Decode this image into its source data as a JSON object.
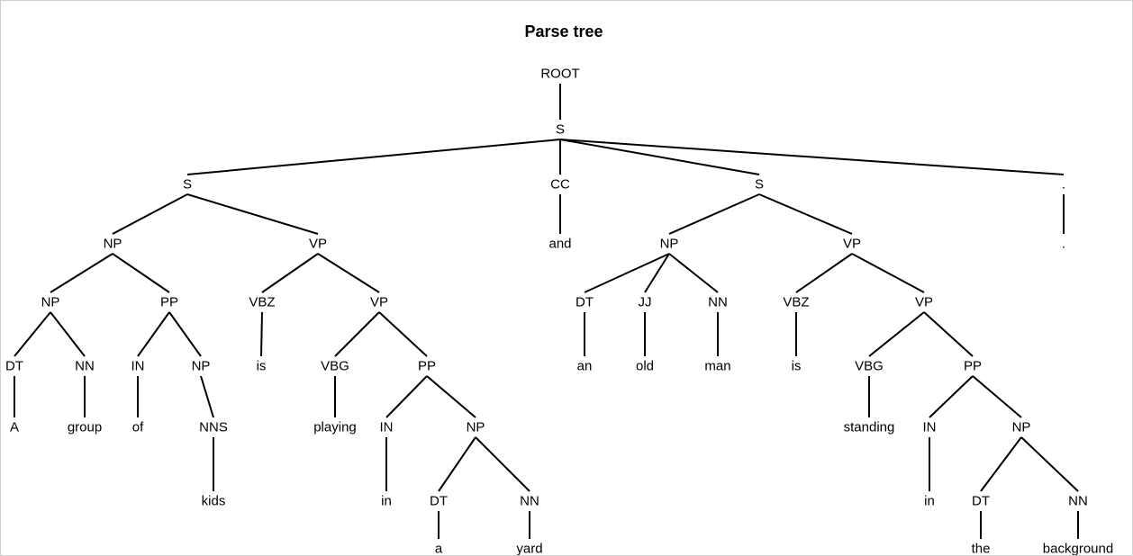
{
  "title": "Parse tree",
  "nodes": [
    {
      "id": "n0",
      "label": "ROOT"
    },
    {
      "id": "n1",
      "label": "S"
    },
    {
      "id": "n2",
      "label": "S"
    },
    {
      "id": "n3",
      "label": "CC"
    },
    {
      "id": "n4",
      "label": "S"
    },
    {
      "id": "n5",
      "label": "."
    },
    {
      "id": "n6",
      "label": "NP"
    },
    {
      "id": "n7",
      "label": "VP"
    },
    {
      "id": "n8",
      "label": "and"
    },
    {
      "id": "n9",
      "label": "NP"
    },
    {
      "id": "n10",
      "label": "VP"
    },
    {
      "id": "n11",
      "label": "."
    },
    {
      "id": "n12",
      "label": "NP"
    },
    {
      "id": "n13",
      "label": "PP"
    },
    {
      "id": "n14",
      "label": "VBZ"
    },
    {
      "id": "n15",
      "label": "VP"
    },
    {
      "id": "n16",
      "label": "DT"
    },
    {
      "id": "n17",
      "label": "JJ"
    },
    {
      "id": "n18",
      "label": "NN"
    },
    {
      "id": "n19",
      "label": "VBZ"
    },
    {
      "id": "n20",
      "label": "VP"
    },
    {
      "id": "n21",
      "label": "DT"
    },
    {
      "id": "n22",
      "label": "NN"
    },
    {
      "id": "n23",
      "label": "IN"
    },
    {
      "id": "n24",
      "label": "NP"
    },
    {
      "id": "n25",
      "label": "is"
    },
    {
      "id": "n26",
      "label": "VBG"
    },
    {
      "id": "n27",
      "label": "PP"
    },
    {
      "id": "n28",
      "label": "an"
    },
    {
      "id": "n29",
      "label": "old"
    },
    {
      "id": "n30",
      "label": "man"
    },
    {
      "id": "n31",
      "label": "is"
    },
    {
      "id": "n32",
      "label": "VBG"
    },
    {
      "id": "n33",
      "label": "PP"
    },
    {
      "id": "n34",
      "label": "A"
    },
    {
      "id": "n35",
      "label": "group"
    },
    {
      "id": "n36",
      "label": "of"
    },
    {
      "id": "n37",
      "label": "NNS"
    },
    {
      "id": "n38",
      "label": "playing"
    },
    {
      "id": "n39",
      "label": "IN"
    },
    {
      "id": "n40",
      "label": "NP"
    },
    {
      "id": "n41",
      "label": "standing"
    },
    {
      "id": "n42",
      "label": "IN"
    },
    {
      "id": "n43",
      "label": "NP"
    },
    {
      "id": "n44",
      "label": "kids"
    },
    {
      "id": "n45",
      "label": "in"
    },
    {
      "id": "n46",
      "label": "DT"
    },
    {
      "id": "n47",
      "label": "NN"
    },
    {
      "id": "n48",
      "label": "in"
    },
    {
      "id": "n49",
      "label": "DT"
    },
    {
      "id": "n50",
      "label": "NN"
    },
    {
      "id": "n51",
      "label": "a"
    },
    {
      "id": "n52",
      "label": "yard"
    },
    {
      "id": "n53",
      "label": "the"
    },
    {
      "id": "n54",
      "label": "background"
    }
  ],
  "edges": [
    [
      "n0",
      "n1"
    ],
    [
      "n1",
      "n2"
    ],
    [
      "n1",
      "n3"
    ],
    [
      "n1",
      "n4"
    ],
    [
      "n1",
      "n5"
    ],
    [
      "n2",
      "n6"
    ],
    [
      "n2",
      "n7"
    ],
    [
      "n3",
      "n8"
    ],
    [
      "n4",
      "n9"
    ],
    [
      "n4",
      "n10"
    ],
    [
      "n5",
      "n11"
    ],
    [
      "n6",
      "n12"
    ],
    [
      "n6",
      "n13"
    ],
    [
      "n7",
      "n14"
    ],
    [
      "n7",
      "n15"
    ],
    [
      "n9",
      "n16"
    ],
    [
      "n9",
      "n17"
    ],
    [
      "n9",
      "n18"
    ],
    [
      "n10",
      "n19"
    ],
    [
      "n10",
      "n20"
    ],
    [
      "n12",
      "n21"
    ],
    [
      "n12",
      "n22"
    ],
    [
      "n13",
      "n23"
    ],
    [
      "n13",
      "n24"
    ],
    [
      "n14",
      "n25"
    ],
    [
      "n15",
      "n26"
    ],
    [
      "n15",
      "n27"
    ],
    [
      "n16",
      "n28"
    ],
    [
      "n17",
      "n29"
    ],
    [
      "n18",
      "n30"
    ],
    [
      "n19",
      "n31"
    ],
    [
      "n20",
      "n32"
    ],
    [
      "n20",
      "n33"
    ],
    [
      "n21",
      "n34"
    ],
    [
      "n22",
      "n35"
    ],
    [
      "n23",
      "n36"
    ],
    [
      "n24",
      "n37"
    ],
    [
      "n26",
      "n38"
    ],
    [
      "n27",
      "n39"
    ],
    [
      "n27",
      "n40"
    ],
    [
      "n32",
      "n41"
    ],
    [
      "n33",
      "n42"
    ],
    [
      "n33",
      "n43"
    ],
    [
      "n37",
      "n44"
    ],
    [
      "n39",
      "n45"
    ],
    [
      "n40",
      "n46"
    ],
    [
      "n40",
      "n47"
    ],
    [
      "n42",
      "n48"
    ],
    [
      "n43",
      "n49"
    ],
    [
      "n43",
      "n50"
    ],
    [
      "n46",
      "n51"
    ],
    [
      "n47",
      "n52"
    ],
    [
      "n49",
      "n53"
    ],
    [
      "n50",
      "n54"
    ]
  ]
}
